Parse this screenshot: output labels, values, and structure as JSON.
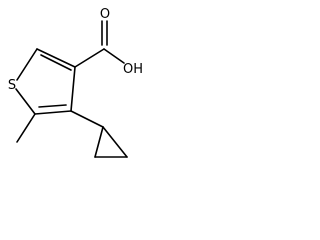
{
  "molecule": {
    "atoms": {
      "sulfur": "S",
      "hydroxyl": "OH",
      "carbonyl_oxygen": "O"
    }
  }
}
